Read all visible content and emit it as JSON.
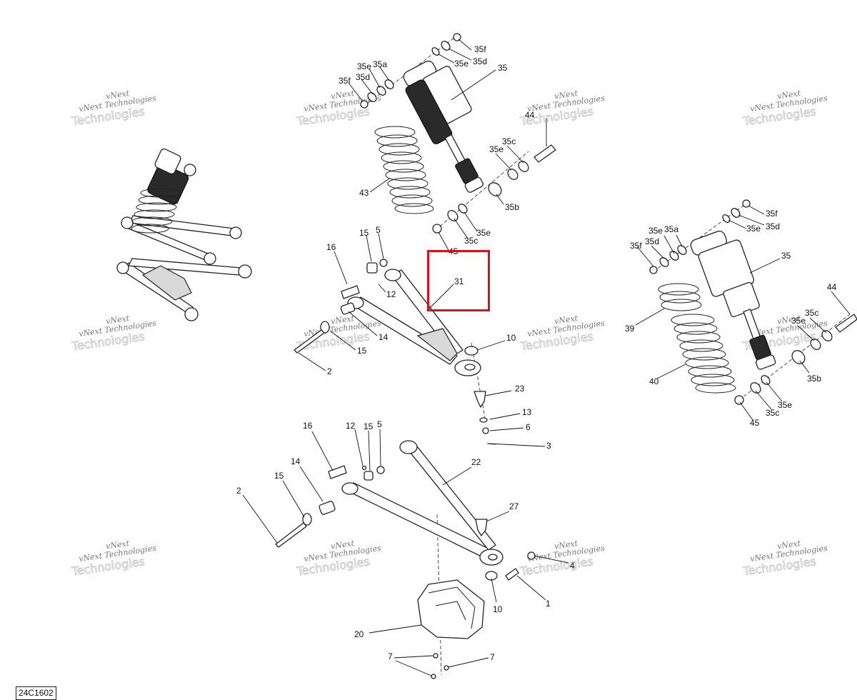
{
  "diagram_code": "24C1602",
  "watermark": {
    "line1": "vNext",
    "line2": "Technologies",
    "combined": "vNext Technologies"
  },
  "callouts": {
    "c35f_top": "35f",
    "c35e_top": "35e",
    "c35d_top": "35d",
    "c35_top": "35",
    "c35e_left": "35e",
    "c35a_left": "35a",
    "c35f_left": "35f",
    "c35d_left": "35d",
    "c44_top": "44",
    "c35c_top": "35c",
    "c35e_mid": "35e",
    "c43": "43",
    "c35b_top": "35b",
    "c35e_low": "35e",
    "c35c_low": "35c",
    "c45_top": "45",
    "c15_a": "15",
    "c5_a": "5",
    "c16_a": "16",
    "c12_a": "12",
    "c31": "31",
    "c14_a": "14",
    "c15_b": "15",
    "c2_a": "2",
    "c10_a": "10",
    "c23": "23",
    "c13": "13",
    "c6": "6",
    "c3": "3",
    "c16_b": "16",
    "c12_b": "12",
    "c15_c": "15",
    "c5_b": "5",
    "c22": "22",
    "c14_b": "14",
    "c15_d": "15",
    "c2_b": "2",
    "c27": "27",
    "c4": "4",
    "c1": "1",
    "c10_b": "10",
    "c20": "20",
    "c7_a": "7",
    "c7_b": "7",
    "r35f_top": "35f",
    "r35e_top": "35e",
    "r35d_top": "35d",
    "r35e_left": "35e",
    "r35a_left": "35a",
    "r35f_left": "35f",
    "r35d_left": "35d",
    "r35": "35",
    "r44": "44",
    "r35c_top": "35c",
    "r35e_mid": "35e",
    "r39": "39",
    "r40": "40",
    "r35b": "35b",
    "r35e_low": "35e",
    "r35c_low": "35c",
    "r45": "45"
  }
}
